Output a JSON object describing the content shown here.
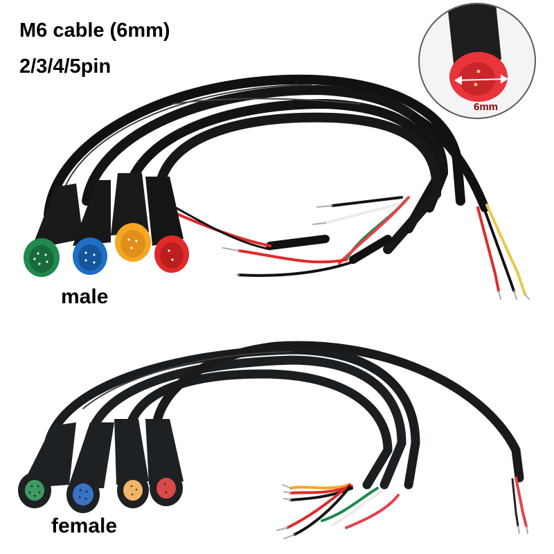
{
  "title": {
    "line1": "M6 cable (6mm)",
    "line2": "2/3/4/5pin"
  },
  "inset": {
    "dimension_label": "6mm",
    "connector_color": "#e8343a"
  },
  "groups": {
    "male": {
      "label": "male",
      "connectors": [
        {
          "pins": 5,
          "color": "#1f8a4c"
        },
        {
          "pins": 4,
          "color": "#1f6fc4"
        },
        {
          "pins": 3,
          "color": "#f5a623"
        },
        {
          "pins": 2,
          "color": "#e02a2a"
        }
      ]
    },
    "female": {
      "label": "female",
      "connectors": [
        {
          "pins": 5,
          "color": "#3f9a62"
        },
        {
          "pins": 4,
          "color": "#3a72c4"
        },
        {
          "pins": 3,
          "color": "#f3b567"
        },
        {
          "pins": 2,
          "color": "#d94a4a"
        }
      ]
    }
  },
  "wire_colors": [
    "#e02a2a",
    "#111111",
    "#ececec",
    "#1f8a4c",
    "#e8c948"
  ]
}
